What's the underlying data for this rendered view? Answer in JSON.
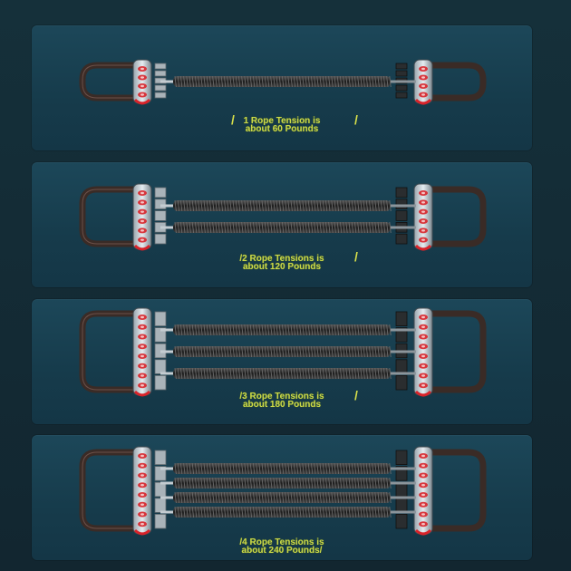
{
  "panels": [
    {
      "ropes": 1,
      "line1": "1 Rope Tension is",
      "line2": "about 60 Pounds"
    },
    {
      "ropes": 2,
      "line1": "/2 Rope Tensions is",
      "line2": "about 120 Pounds"
    },
    {
      "ropes": 3,
      "line1": "/3 Rope Tensions is",
      "line2": "about 180 Pounds"
    },
    {
      "ropes": 4,
      "line1": "/4 Rope Tensions is",
      "line2": "about 240 Pounds/"
    }
  ],
  "colors": {
    "background": "#152a33",
    "panel": "#1c4759",
    "caption": "#c9d84a",
    "spring": "#2a2a2a",
    "handle_accent": "#d8232a"
  }
}
